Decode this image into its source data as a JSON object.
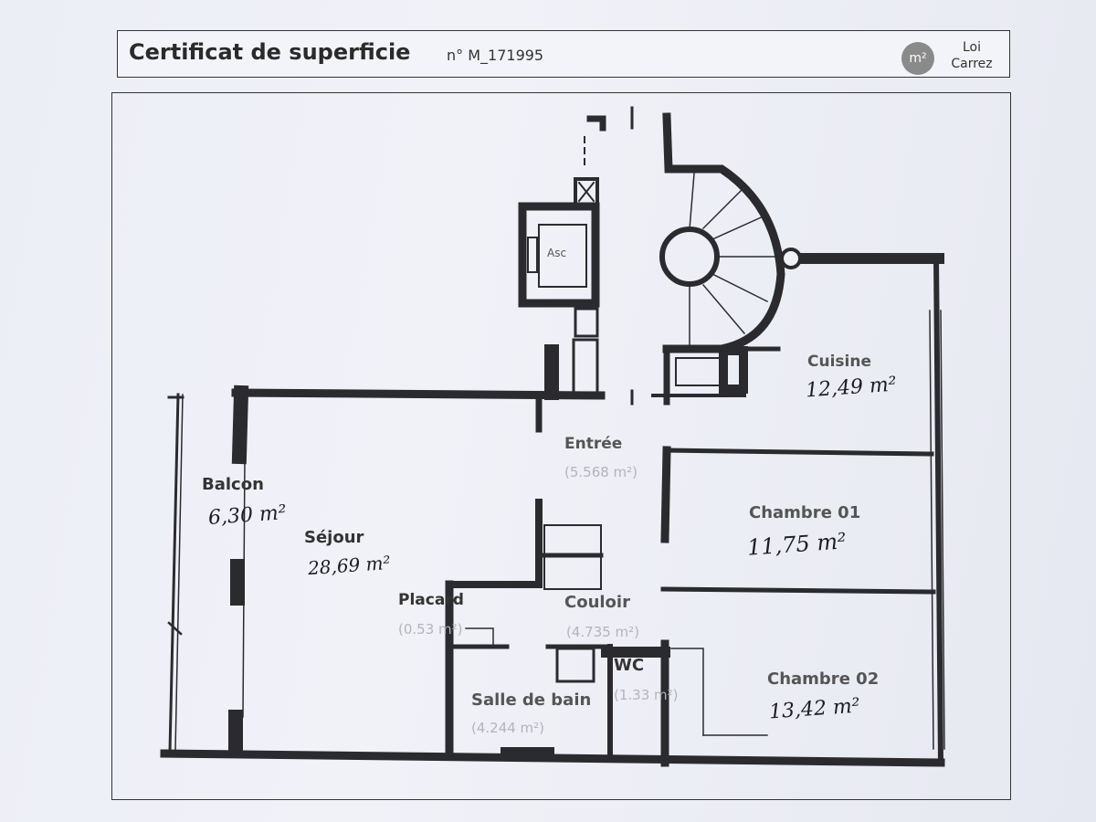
{
  "header": {
    "title": "Certificat de superficie",
    "cert_number": "n° M_171995",
    "badge": "m²",
    "loi_line1": "Loi",
    "loi_line2": "Carrez"
  },
  "plan": {
    "elevator_label": "Asc",
    "rooms": [
      {
        "name": "Cuisine",
        "area_handwritten": "12,49 m²"
      },
      {
        "name": "Entrée",
        "area_printed": "(5.568 m²)"
      },
      {
        "name": "Balcon",
        "area_handwritten": "6,30 m²"
      },
      {
        "name": "Séjour",
        "area_handwritten": "28,69 m²"
      },
      {
        "name": "Chambre 01",
        "area_handwritten": "11,75 m²"
      },
      {
        "name": "Placard",
        "area_printed": "(0.53 m²)"
      },
      {
        "name": "Couloir",
        "area_printed": "(4.735 m²)"
      },
      {
        "name": "WC",
        "area_printed": "(1.33 m²)"
      },
      {
        "name": "Salle de bain",
        "area_printed": "(4.244 m²)"
      },
      {
        "name": "Chambre 02",
        "area_handwritten": "13,42 m²"
      }
    ]
  }
}
